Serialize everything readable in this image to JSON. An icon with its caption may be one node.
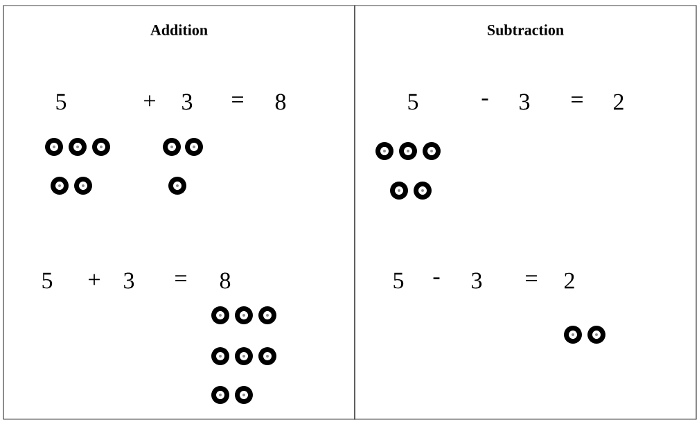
{
  "diagram": {
    "nodes": [
      {
        "text": [
          "Addition"
        ]
      },
      {
        "text": [
          "Subtraction"
        ]
      }
    ],
    "labels": [
      "5",
      "+",
      "3",
      "=",
      "8",
      "5",
      "-",
      "3",
      "=",
      "2",
      "5",
      "+",
      "3",
      "=",
      "8",
      "5",
      "-",
      "3",
      "=",
      "2"
    ]
  }
}
